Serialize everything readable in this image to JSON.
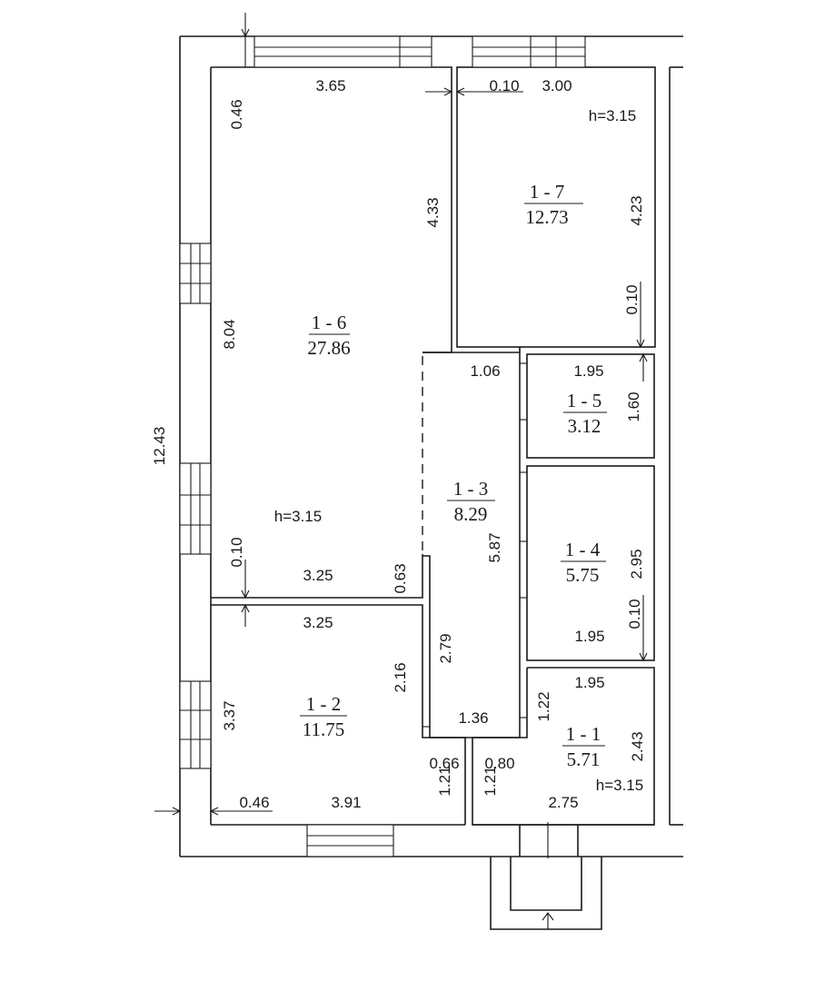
{
  "plan": {
    "overall_height": "12.43",
    "rooms": [
      {
        "id": "1 - 6",
        "area": "27.86"
      },
      {
        "id": "1 - 7",
        "area": "12.73"
      },
      {
        "id": "1 - 5",
        "area": "3.12"
      },
      {
        "id": "1 - 3",
        "area": "8.29"
      },
      {
        "id": "1 - 4",
        "area": "5.75"
      },
      {
        "id": "1 - 2",
        "area": "11.75"
      },
      {
        "id": "1 - 1",
        "area": "5.71"
      }
    ],
    "heights": {
      "r7": "h=3.15",
      "r6": "h=3.15",
      "r1": "h=3.15"
    },
    "dims": {
      "r6_top": "3.65",
      "r6_left_top": "0.46",
      "r6_right": "4.33",
      "r6_left": "8.04",
      "r6_left_bottom": "0.10",
      "r6_bottom": "3.25",
      "r6_step": "0.63",
      "r7_gap": "0.10",
      "r7_top": "3.00",
      "r7_right": "4.23",
      "r7_bottom_gap": "0.10",
      "r3_top": "1.06",
      "r3_right": "5.87",
      "r3_left": "2.79",
      "r3_bottom": "1.36",
      "r5_top": "1.95",
      "r5_right": "1.60",
      "r4_right": "2.95",
      "r4_gap": "0.10",
      "r4_bottom": "1.95",
      "r1_top": "1.95",
      "r1_left_top": "1.22",
      "r1_right": "2.43",
      "r1_door_w": "0.80",
      "r1_door_h": "1.21",
      "r1_bottom": "2.75",
      "r2_top": "3.25",
      "r2_right": "2.16",
      "r2_left": "3.37",
      "r2_bottom_left": "0.46",
      "r2_bottom": "3.91",
      "r2_door_w": "0.66",
      "r2_door_h": "1.21"
    }
  }
}
